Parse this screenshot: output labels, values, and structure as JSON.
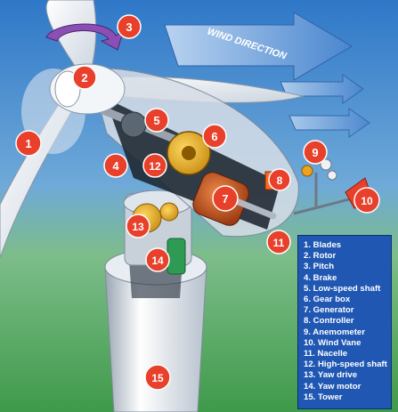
{
  "wind_direction_label": "WIND DIRECTION",
  "colors": {
    "callout_red": "#e8402a",
    "legend_blue": "#1f57b3",
    "sky_top": "#2f78c8",
    "ground_green": "#3f9a4a"
  },
  "callouts": [
    "1",
    "2",
    "3",
    "4",
    "5",
    "6",
    "7",
    "8",
    "9",
    "10",
    "11",
    "12",
    "13",
    "14",
    "15"
  ],
  "legend": {
    "items": [
      "1. Blades",
      "2. Rotor",
      "3. Pitch",
      "4. Brake",
      "5. Low-speed shaft",
      "6. Gear box",
      "7. Generator",
      "8. Controller",
      "9. Anemometer",
      "10. Wind Vane",
      "11. Nacelle",
      "12. High-speed shaft",
      "13. Yaw drive",
      "14. Yaw motor",
      "15. Tower"
    ]
  }
}
